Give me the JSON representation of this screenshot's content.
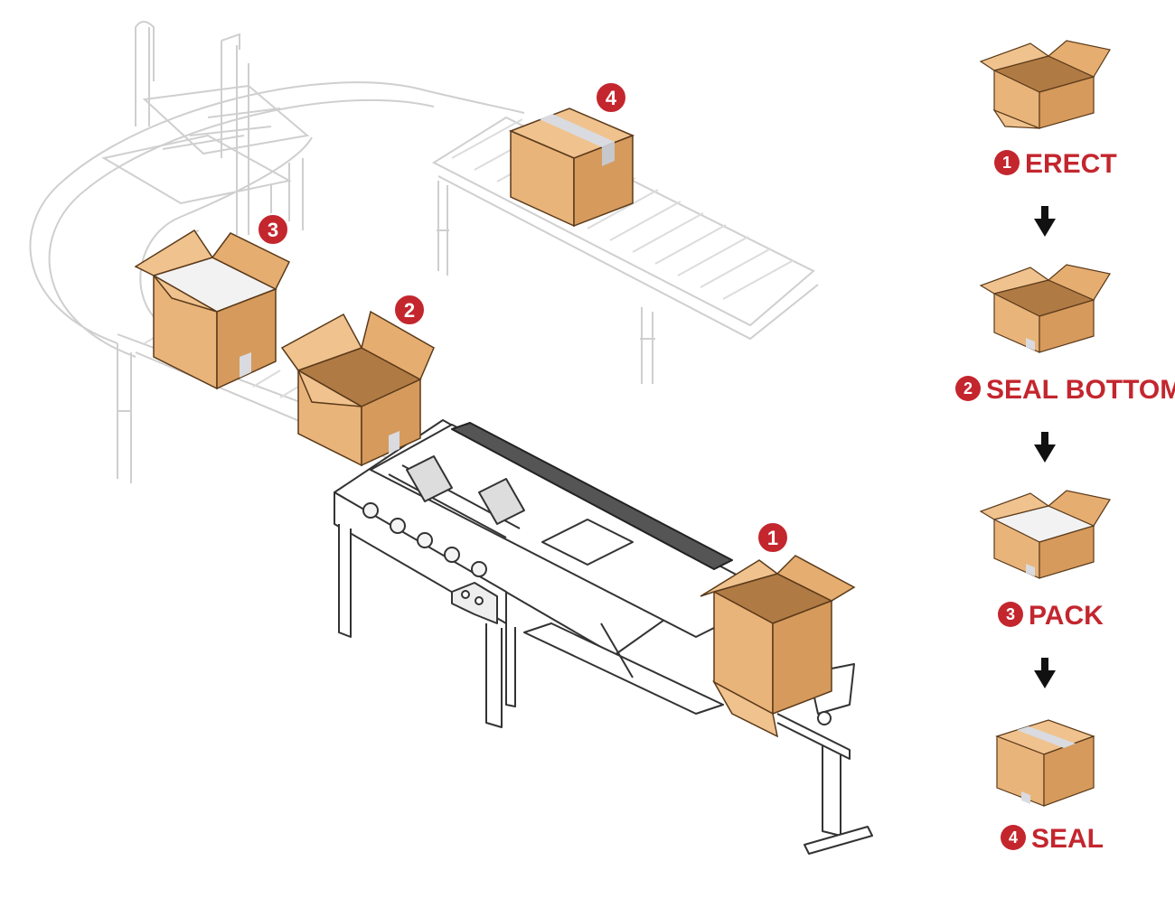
{
  "colors": {
    "accent_red": "#c4262e",
    "box_front": "#e9b47a",
    "box_side": "#d69a5c",
    "box_inside": "#b07a44",
    "box_flap": "#f0c28e",
    "tape": "#d9dbe0",
    "line": "#3a3a3a",
    "faded_line": "#c8c8c8"
  },
  "diagram": {
    "markers": [
      "1",
      "2",
      "3",
      "4"
    ]
  },
  "steps": [
    {
      "number": "1",
      "label": "ERECT",
      "icon": "open-box-icon"
    },
    {
      "number": "2",
      "label": "SEAL BOTTOM",
      "icon": "open-box-taped-bottom-icon"
    },
    {
      "number": "3",
      "label": "PACK",
      "icon": "packed-box-icon"
    },
    {
      "number": "4",
      "label": "SEAL",
      "icon": "sealed-box-icon"
    }
  ]
}
